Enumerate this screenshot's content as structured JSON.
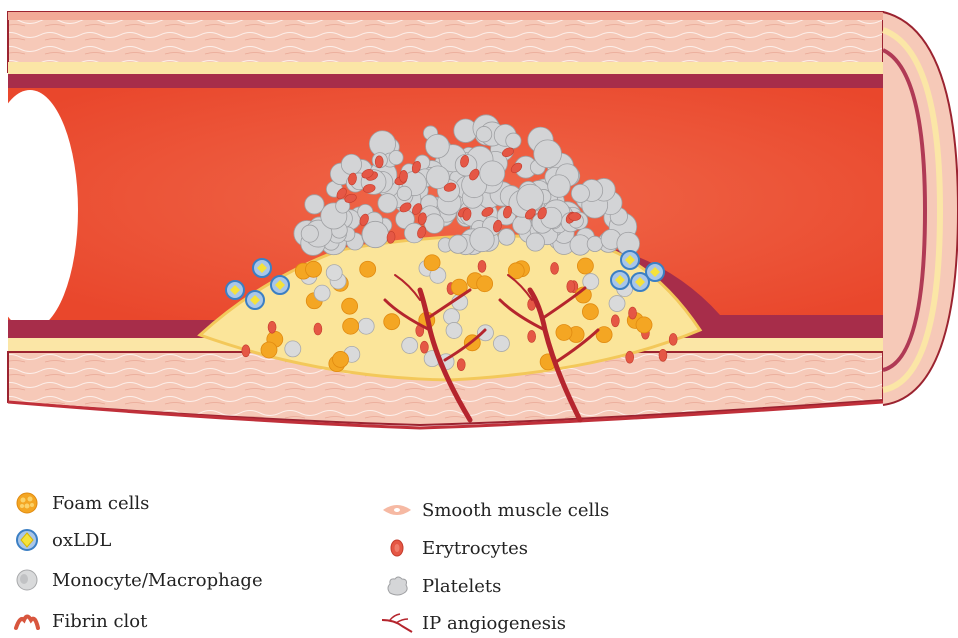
{
  "legend": {
    "left": [
      {
        "icon": "foam-cell-icon",
        "label": "Foam cells"
      },
      {
        "icon": "oxldl-icon",
        "label": "oxLDL"
      },
      {
        "icon": "monocyte-macrophage-icon",
        "label": "Monocyte/Macrophage"
      },
      {
        "icon": "fibrin-clot-icon",
        "label": "Fibrin clot"
      }
    ],
    "right": [
      {
        "icon": "smooth-muscle-cell-icon",
        "label": "Smooth muscle cells"
      },
      {
        "icon": "erythrocyte-icon",
        "label": "Erytrocytes"
      },
      {
        "icon": "platelet-icon",
        "label": "Platelets"
      },
      {
        "icon": "ip-angiogenesis-icon",
        "label": "IP angiogenesis"
      }
    ]
  },
  "colors": {
    "adventitia": "#f6c9b8",
    "media": "#f3b6a3",
    "intima_band": "#b03a55",
    "lumen": "#ee5a3c",
    "lumen_light": "#f47a5c",
    "plaque": "#fbe59a",
    "platelet": "#cfd0d2",
    "foam_cell": "#f4a623",
    "vessel": "#b5252d",
    "oxldl": "#3b7fc4"
  }
}
